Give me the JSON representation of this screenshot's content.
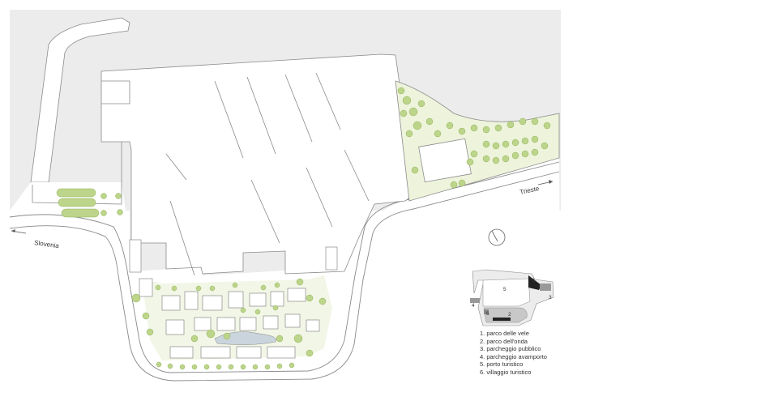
{
  "labels": {
    "west_road": "Slovenia",
    "east_road": "Trieste"
  },
  "key_map": {
    "numbers": [
      "1",
      "2",
      "3",
      "4",
      "5",
      "6"
    ]
  },
  "legend": [
    "1.  parco delle vele",
    "2.  parco dell'onda",
    "3.  parcheggio pubblico",
    "4.  parcheggio avamporto",
    "5.  porto turistico",
    "6.  villaggio turistico"
  ],
  "colors": {
    "sea": "#ececec",
    "land": "#ffffff",
    "outline": "#8a8a8a",
    "tree": "#bcd58a",
    "tree_edge": "#93b25c",
    "lawn": "#dde9b9",
    "building": "#ffffff"
  },
  "icons": {
    "compass": "north-arrow-compass",
    "arrows": "direction-arrow"
  }
}
